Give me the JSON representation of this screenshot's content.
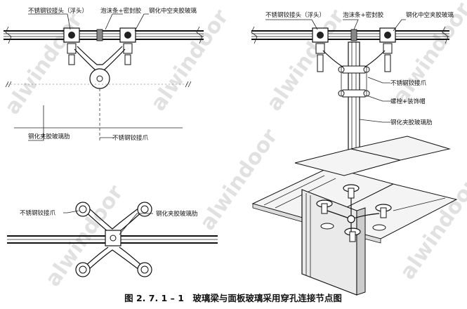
{
  "labels": {
    "tl_joint": "不锈钢铰接头（浮头）",
    "tl_foam": "泡沫条+密封胶",
    "tl_glass": "钢化中空夹胶玻璃",
    "tl_rib": "钢化夹胶玻璃肋",
    "tl_claw": "不锈钢铰接爪",
    "tr_joint": "不锈钢铰接头（浮头）",
    "tr_foam": "泡沫条+密封胶",
    "tr_glass": "钢化中空夹胶玻璃",
    "tr_claw": "不锈钢铰接爪",
    "tr_bolt": "螺栓+装饰帽",
    "tr_rib": "钢化夹胶玻璃肋",
    "bl_claw": "不锈钢铰接爪",
    "bl_rib": "钢化夹胶玻璃肋"
  },
  "caption": "图 2. 7. 1 – 1　玻璃梁与面板玻璃采用穿孔连接节点图",
  "watermark": "alwindoor"
}
